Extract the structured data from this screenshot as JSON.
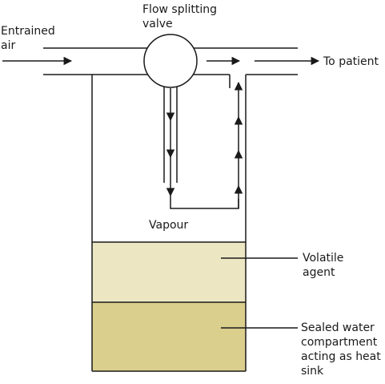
{
  "labels": {
    "entrained_air_1": "Entrained",
    "entrained_air_2": "air",
    "valve_1": "Flow splitting",
    "valve_2": "valve",
    "to_patient": "To patient",
    "vapour": "Vapour",
    "volatile_1": "Volatile",
    "volatile_2": "agent",
    "water_1": "Sealed water",
    "water_2": "compartment",
    "water_3": "acting as heat",
    "water_4": "sink"
  },
  "colors": {
    "line": "#1a1a1a",
    "volatile_agent_fill": "#ece6c3",
    "water_fill": "#dbcf8e",
    "background": "#ffffff"
  }
}
